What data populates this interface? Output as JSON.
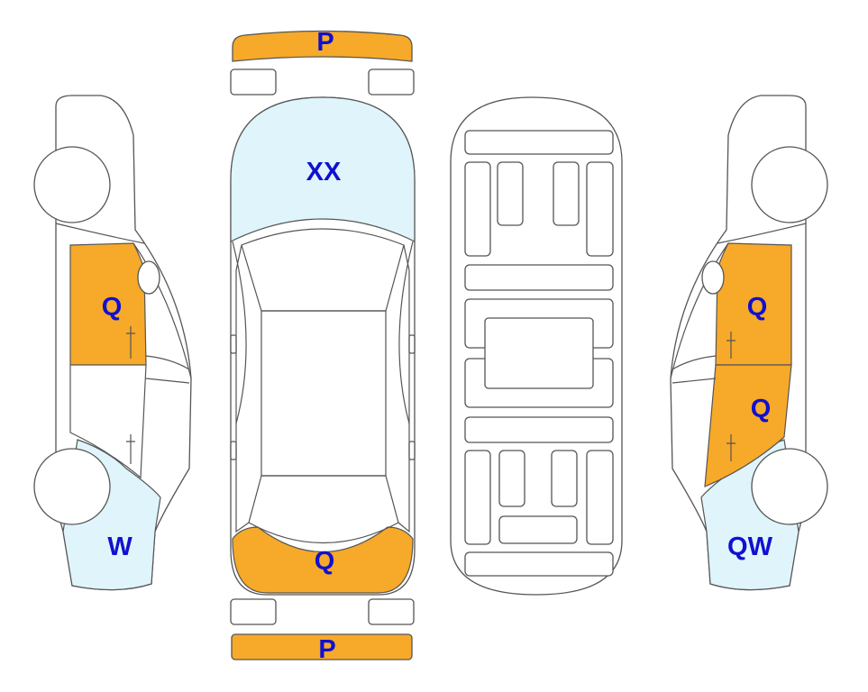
{
  "colors": {
    "orange": "#f7a929",
    "light_blue": "#dff4fb",
    "outline": "#555555",
    "label": "#1010d0"
  },
  "labels": {
    "front_bumper": "P",
    "hood": "XX",
    "trunk": "Q",
    "rear_bumper": "P",
    "left_front_door": "Q",
    "left_rear_fender": "W",
    "right_front_door": "Q",
    "right_rear_door": "Q",
    "right_rear_fender": "QW"
  }
}
